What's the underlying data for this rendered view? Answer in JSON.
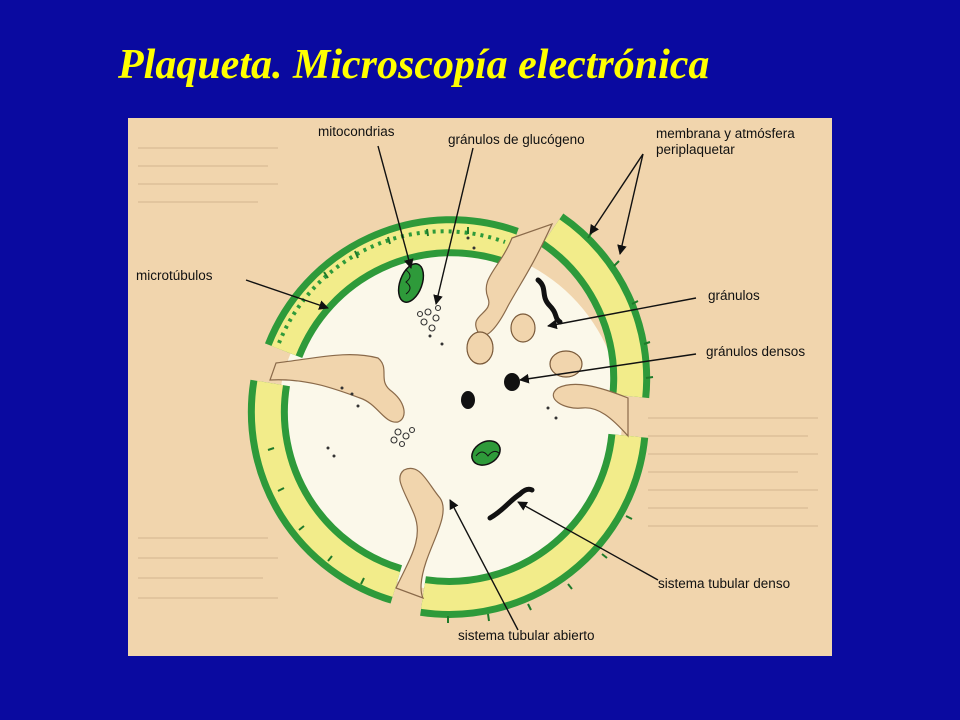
{
  "title": "Plaqueta. Microscopía electrónica",
  "colors": {
    "background": "#0a0aa0",
    "title": "#ffff00",
    "panel": "#f1d5ad",
    "membrane_outer": "#2e9a3a",
    "membrane_fill": "#f2ec8a",
    "membrane_inner": "#3ab04a",
    "cytoplasm": "#fbf8ea"
  },
  "labels": {
    "mitocondrias": "mitocondrias",
    "granulos_glucogeno": "gránulos de glucógeno",
    "membrana_line1": "membrana y atmósfera",
    "membrana_line2": "periplaquetar",
    "microtubulos": "microtúbulos",
    "granulos": "gránulos",
    "granulos_densos": "gránulos densos",
    "sistema_tubular_denso": "sistema tubular denso",
    "sistema_tubular_abierto": "sistema tubular abierto"
  }
}
